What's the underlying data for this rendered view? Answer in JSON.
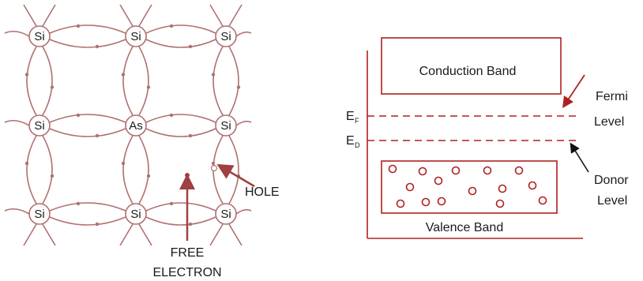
{
  "lattice": {
    "atoms": [
      [
        "Si",
        "Si",
        "Si"
      ],
      [
        "Si",
        "As",
        "Si"
      ],
      [
        "Si",
        "Si",
        "Si"
      ]
    ],
    "free_electron_label": [
      "FREE",
      "ELECTRON"
    ],
    "hole_label": "HOLE"
  },
  "band_diagram": {
    "conduction_band_label": "Conduction  Band",
    "valence_band_label": "Valence Band",
    "fermi_level_symbol": "E",
    "fermi_level_subscript": "F",
    "donor_level_symbol": "E",
    "donor_level_subscript": "D",
    "fermi_level_annotation": [
      "Fermi",
      "Level"
    ],
    "donor_level_annotation": [
      "Donor",
      "Level"
    ],
    "holes_in_valence_band": 15
  },
  "colors": {
    "bond": "#b07070",
    "band_line": "#b02020",
    "arrow_red": "#a04040",
    "arrow_black": "#111111",
    "text": "#1a1a1a"
  }
}
